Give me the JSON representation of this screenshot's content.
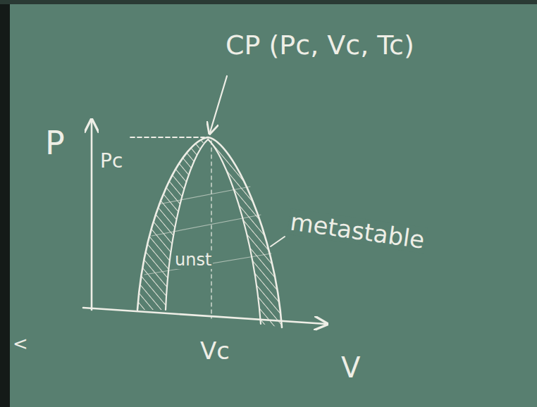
{
  "diagram": {
    "labels": [
      "CP (Pc, Vc, Tc)",
      "P",
      "Pc",
      "metastable",
      "unst",
      "Vc",
      "V",
      "<"
    ]
  }
}
